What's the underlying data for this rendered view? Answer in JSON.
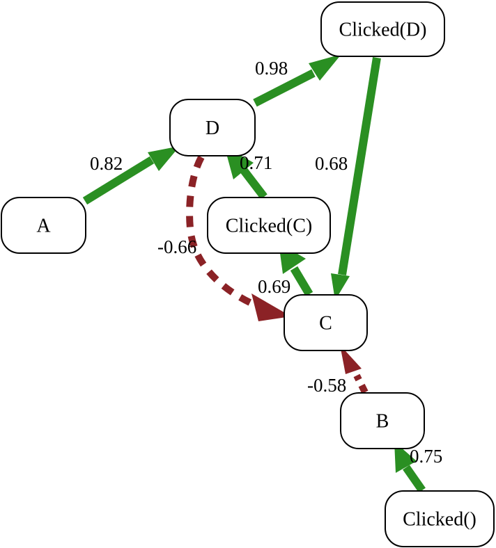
{
  "colors": {
    "positive": "#2a8f22",
    "negative": "#8b2226",
    "node_stroke": "#000000",
    "background": "#ffffff"
  },
  "nodes": [
    {
      "id": "clicked_d",
      "label": "Clicked(D)"
    },
    {
      "id": "d",
      "label": "D"
    },
    {
      "id": "a",
      "label": "A"
    },
    {
      "id": "clicked_c",
      "label": "Clicked(C)"
    },
    {
      "id": "c",
      "label": "C"
    },
    {
      "id": "b",
      "label": "B"
    },
    {
      "id": "clicked",
      "label": "Clicked()"
    }
  ],
  "edges": [
    {
      "from": "a",
      "to": "d",
      "weight": "0.82",
      "sign": "positive",
      "style": "solid"
    },
    {
      "from": "d",
      "to": "clicked_d",
      "weight": "0.98",
      "sign": "positive",
      "style": "solid"
    },
    {
      "from": "clicked_c",
      "to": "d",
      "weight": "0.71",
      "sign": "positive",
      "style": "solid"
    },
    {
      "from": "clicked_d",
      "to": "c",
      "weight": "0.68",
      "sign": "positive",
      "style": "solid"
    },
    {
      "from": "c",
      "to": "clicked_c",
      "weight": "0.69",
      "sign": "positive",
      "style": "solid"
    },
    {
      "from": "d",
      "to": "c",
      "weight": "-0.66",
      "sign": "negative",
      "style": "dashed"
    },
    {
      "from": "b",
      "to": "c",
      "weight": "-0.58",
      "sign": "negative",
      "style": "dashed"
    },
    {
      "from": "clicked",
      "to": "b",
      "weight": "0.75",
      "sign": "positive",
      "style": "solid"
    }
  ]
}
